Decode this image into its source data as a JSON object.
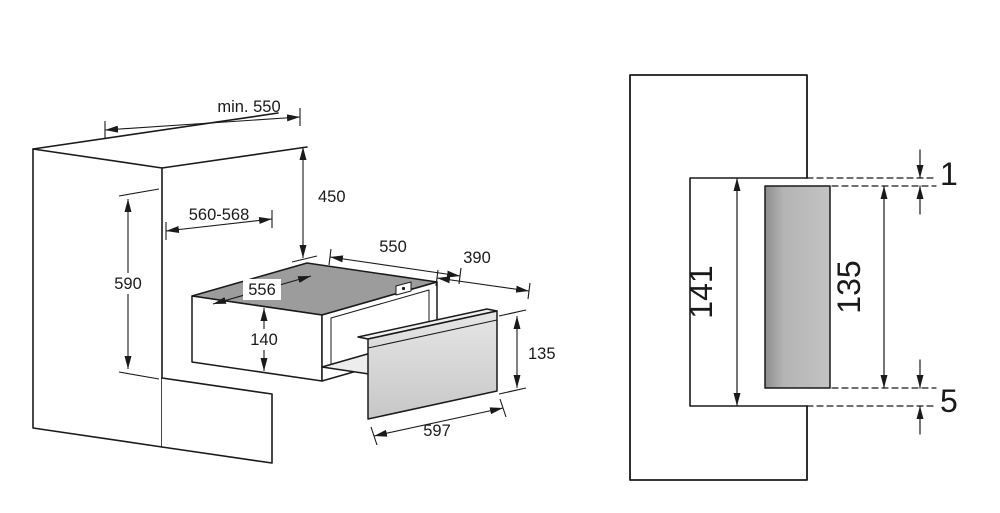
{
  "diagram": {
    "isometric": {
      "niche_depth_min": "min. 550",
      "niche_width": "560-568",
      "clearance_height": "450",
      "niche_height": "590",
      "drawer_inner_width": "556",
      "drawer_depth": "550",
      "extension_depth": "390",
      "drawer_height": "140",
      "front_panel_height": "135",
      "front_panel_width": "597"
    },
    "section": {
      "opening_height": "141",
      "front_height": "135",
      "gap_top": "1",
      "gap_bottom": "5"
    },
    "colors": {
      "line": "#1a1a1a",
      "drawer_top_gray": "#9c9c9c",
      "front_panel_gray": "#d8d8d8",
      "section_profile_gray": "#b2b2b2",
      "background": "#ffffff"
    }
  }
}
